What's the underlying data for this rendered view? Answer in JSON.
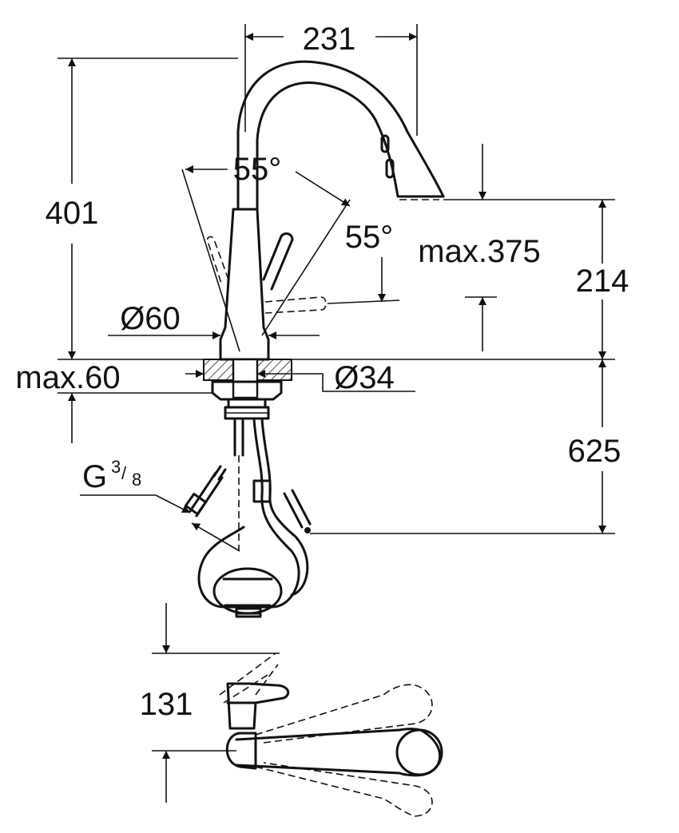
{
  "labels": {
    "width_231": "231",
    "height_401": "401",
    "angle_left": "55°",
    "angle_right": "55°",
    "max_375": "max.375",
    "height_214": "214",
    "dia_60": "Ø60",
    "max_60": "max.60",
    "dia_34": "Ø34",
    "depth_625": "625",
    "thread_g": "G",
    "thread_num": "3",
    "thread_den": "8",
    "height_131": "131"
  }
}
